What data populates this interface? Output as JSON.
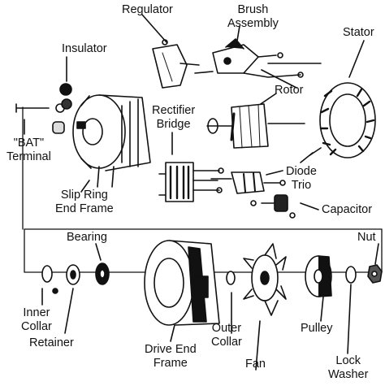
{
  "labels": {
    "regulator": "Regulator",
    "brush_assembly": [
      "Brush",
      "Assembly"
    ],
    "stator": "Stator",
    "insulator": "Insulator",
    "rotor": "Rotor",
    "rectifier_bridge": [
      "Rectifier",
      "Bridge"
    ],
    "bat_terminal": [
      "\"BAT\"",
      "Terminal"
    ],
    "diode_trio": [
      "Diode",
      "Trio"
    ],
    "slip_ring_end_frame": [
      "Slip Ring",
      "End Frame"
    ],
    "capacitor": "Capacitor",
    "bearing": "Bearing",
    "nut": "Nut",
    "inner_collar": [
      "Inner",
      "Collar"
    ],
    "outer_collar": [
      "Outer",
      "Collar"
    ],
    "pulley": "Pulley",
    "retainer": "Retainer",
    "drive_end_frame": [
      "Drive End",
      "Frame"
    ],
    "fan": "Fan",
    "lock_washer": [
      "Lock",
      "Washer"
    ]
  },
  "colors": {
    "ink": "#111111",
    "background": "#ffffff"
  }
}
